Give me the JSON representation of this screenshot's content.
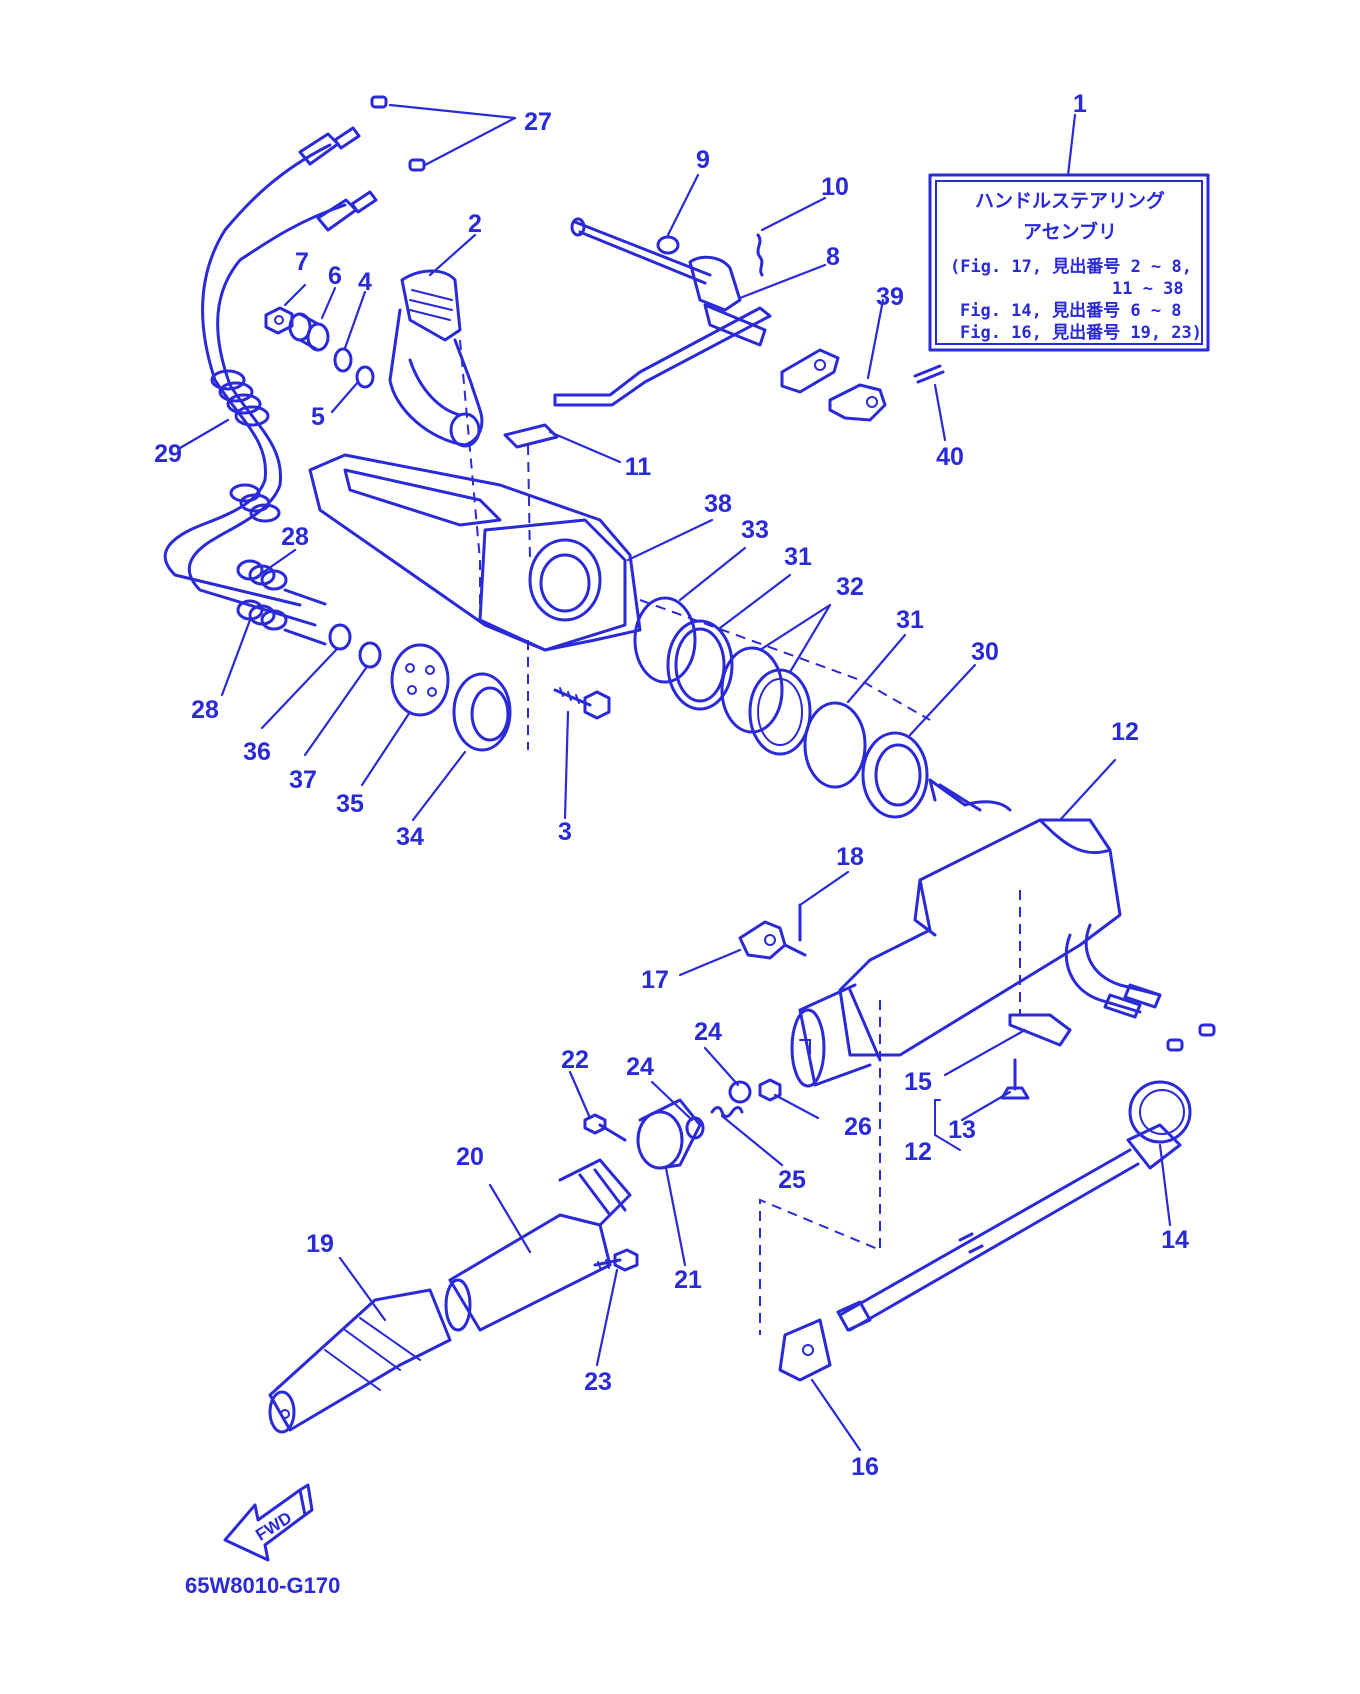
{
  "callouts": [
    "1",
    "2",
    "3",
    "4",
    "5",
    "6",
    "7",
    "8",
    "9",
    "10",
    "11",
    "12",
    "12",
    "13",
    "14",
    "15",
    "16",
    "17",
    "18",
    "19",
    "20",
    "21",
    "22",
    "23",
    "24",
    "24",
    "25",
    "26",
    "27",
    "28",
    "28",
    "29",
    "30",
    "31",
    "31",
    "32",
    "33",
    "34",
    "35",
    "36",
    "37",
    "38",
    "39",
    "40"
  ],
  "note_box": {
    "title_line1": "ハンドルステアリング",
    "title_line2": "アセンブリ",
    "ref_line1": "(Fig. 17, 見出番号 2 ~ 8,",
    "ref_line2": "11 ~ 38",
    "ref_line3": "Fig. 14, 見出番号 6 ~ 8",
    "ref_line4": "Fig. 16, 見出番号 19, 23)"
  },
  "fwd_label": "FWD",
  "diagram_code": "65W8010-G170",
  "colors": {
    "ink": "#2a2ad8",
    "background": "#ffffff"
  }
}
